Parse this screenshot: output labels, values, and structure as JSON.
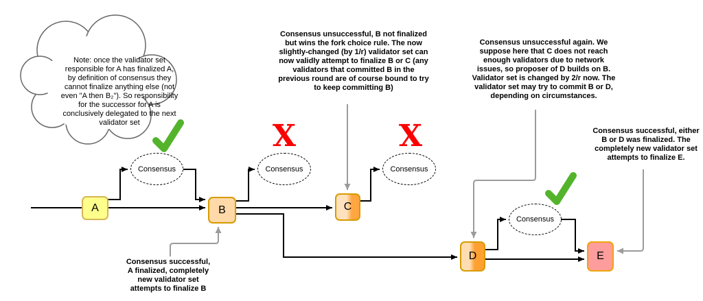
{
  "diagram": {
    "title_hint": "validator-set finalization flow",
    "colors": {
      "background": "#ffffff",
      "node_a_fill": "#FFFF8C",
      "node_a_border": "#D6B656",
      "node_b_fill": "#FFD9A8",
      "node_cd_fill_light": "#FFDDB0",
      "node_cd_fill_dark": "#FFA640",
      "node_bcd_border": "#D79B00",
      "node_e_fill": "#FF9C9C",
      "node_e_border": "#EFA50A",
      "edge_black": "#000000",
      "callout_gray": "#9B9B9B",
      "success_green": "#53B42C",
      "failure_red": "#FA0000"
    }
  },
  "cloud_note": {
    "text": "Note: once the validator set\nresponsible for A has finalized A,\nby definition of consensus they\ncannot finalize anything else (not\neven \"A then B₂\"). So responsibility\nfor the successor for A is\nconclusively delegated to the next\nvalidator set"
  },
  "nodes": {
    "a": {
      "label": "A"
    },
    "b": {
      "label": "B"
    },
    "c": {
      "label": "C"
    },
    "d": {
      "label": "D"
    },
    "e": {
      "label": "E"
    }
  },
  "consensus": {
    "label": "Consensus",
    "rounds": [
      {
        "round": 1,
        "result": "success"
      },
      {
        "round": 2,
        "result": "failure"
      },
      {
        "round": 3,
        "result": "failure"
      },
      {
        "round": 4,
        "result": "success"
      }
    ]
  },
  "icons": {
    "success_check": "✓",
    "failure_x": "X"
  },
  "annotations": {
    "consensus1_note": {
      "text": "Consensus successful,\nA finalized, completely\nnew validator set\nattempts to finalize B"
    },
    "consensus2_note": {
      "text": "Consensus unsuccessful, B not finalized\nbut wins the fork choice rule. The now\nslightly-changed (by 1/r) validator set can\nnow validly attempt to finalize B or C (any\nvalidators that committed B in the\nprevious round are of course bound to try\nto keep committing B)"
    },
    "consensus3_note": {
      "text": "Consensus unsuccessful again. We\nsuppose here that C does not reach\nenough validators due to network\nissues, so proposer of D builds on B.\nValidator set is changed by 2/r now. The\nvalidator set may try to commit B or D,\ndepending on circumstances."
    },
    "consensus4_note": {
      "text": "Consensus successful, either\nB or D was finalized. The\ncompletely new validator set\nattempts to finalize E."
    }
  }
}
